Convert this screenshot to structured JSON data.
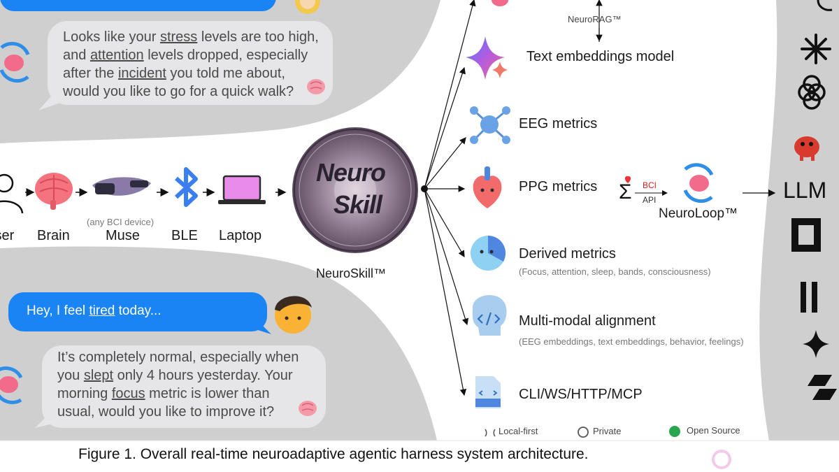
{
  "chat_top": {
    "assistant_message": [
      {
        "t": "Looks like your "
      },
      {
        "t": "stress",
        "u": true
      },
      {
        "t": " levels are too high,"
      },
      {
        "br": true
      },
      {
        "t": "and "
      },
      {
        "t": "attention",
        "u": true
      },
      {
        "t": " levels dropped, especially"
      },
      {
        "br": true
      },
      {
        "t": "after the "
      },
      {
        "t": "incident",
        "u": true
      },
      {
        "t": " you told me about,"
      },
      {
        "br": true
      },
      {
        "t": "would you like to go for a quick walk?"
      }
    ]
  },
  "chat_bottom": {
    "user_message": [
      {
        "t": "Hey, I feel "
      },
      {
        "t": "tired",
        "u": true
      },
      {
        "t": " today..."
      }
    ],
    "assistant_message": [
      {
        "t": "It’s completely normal, especially when"
      },
      {
        "br": true
      },
      {
        "t": "you "
      },
      {
        "t": "slept",
        "u": true
      },
      {
        "t": " only 4 hours yesterday. Your"
      },
      {
        "br": true
      },
      {
        "t": "morning "
      },
      {
        "t": "focus",
        "u": true
      },
      {
        "t": " metric is lower than"
      },
      {
        "br": true
      },
      {
        "t": "usual, would you like to improve it?"
      }
    ]
  },
  "pipeline": {
    "user": "User",
    "brain": "Brain",
    "muse": "Muse",
    "muse_note": "(any BCI device)",
    "ble": "BLE",
    "laptop": "Laptop"
  },
  "neuroskill": {
    "logo_line1": "Neuro",
    "logo_line2": "Skill",
    "label": "NeuroSkill™"
  },
  "outputs": {
    "neurorag": "NeuroRAG™",
    "text_embeddings": "Text embeddings model",
    "eeg": "EEG metrics",
    "ppg": "PPG metrics",
    "derived": "Derived metrics",
    "derived_sub": "(Focus, attention, sleep, bands, consciousness)",
    "multimodal": "Multi-modal alignment",
    "multimodal_sub": "(EEG embeddings, text embeddings, behavior, feelings)",
    "cli": "CLI/WS/HTTP/MCP"
  },
  "neuroloop": {
    "sigma": "Σ",
    "bci": "BCI",
    "api": "API",
    "label": "NeuroLoop™",
    "llm": "LLM"
  },
  "footer": {
    "local_first": "Local-first",
    "private": "Private",
    "open_source": "Open Source"
  },
  "caption": "Figure 1. Overall real-time neuroadaptive agentic harness system architecture.",
  "colors": {
    "blue_bubble": "#1a84f5",
    "gray_bubble": "#e6e6e8",
    "background_gray": "#cfcfcf",
    "bci_red": "#d21f1f",
    "muse_purple": "#8a7aa8",
    "laptop_screen": "#e98be9",
    "ble_blue": "#3a7ef0"
  },
  "icons": [
    "user-icon",
    "brain-icon",
    "muse-headband-icon",
    "bluetooth-icon",
    "laptop-icon",
    "neuroskill-logo",
    "sparkle-gemini-icon",
    "network-node-icon",
    "heart-icon",
    "pie-chart-icon",
    "code-head-icon",
    "file-code-icon",
    "neuroloop-icon",
    "anthropic-icon",
    "openai-icon",
    "red-creature-icon",
    "square-icon",
    "pause-icon",
    "star-icon",
    "stripes-icon"
  ]
}
